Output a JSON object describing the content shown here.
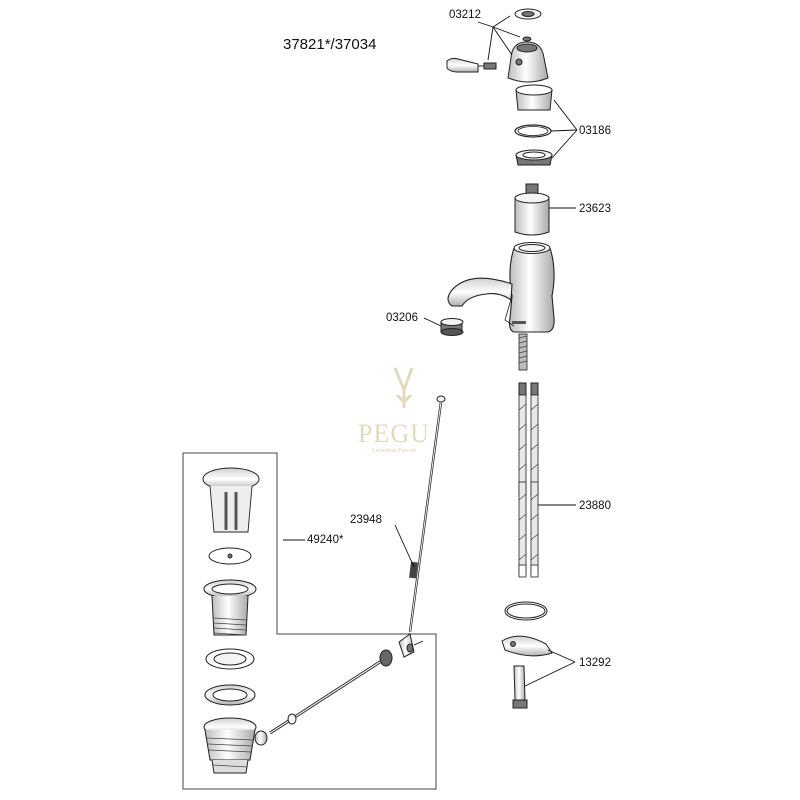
{
  "title": "37821*/37034",
  "watermark": {
    "brand": "PEGU",
    "tagline": "Luxurious Faucets"
  },
  "part_labels": {
    "p03212": "03212",
    "p03186": "03186",
    "p23623": "23623",
    "p03206": "03206",
    "p23880": "23880",
    "p23948": "23948",
    "p49240": "49240*",
    "p13292": "13292"
  }
}
